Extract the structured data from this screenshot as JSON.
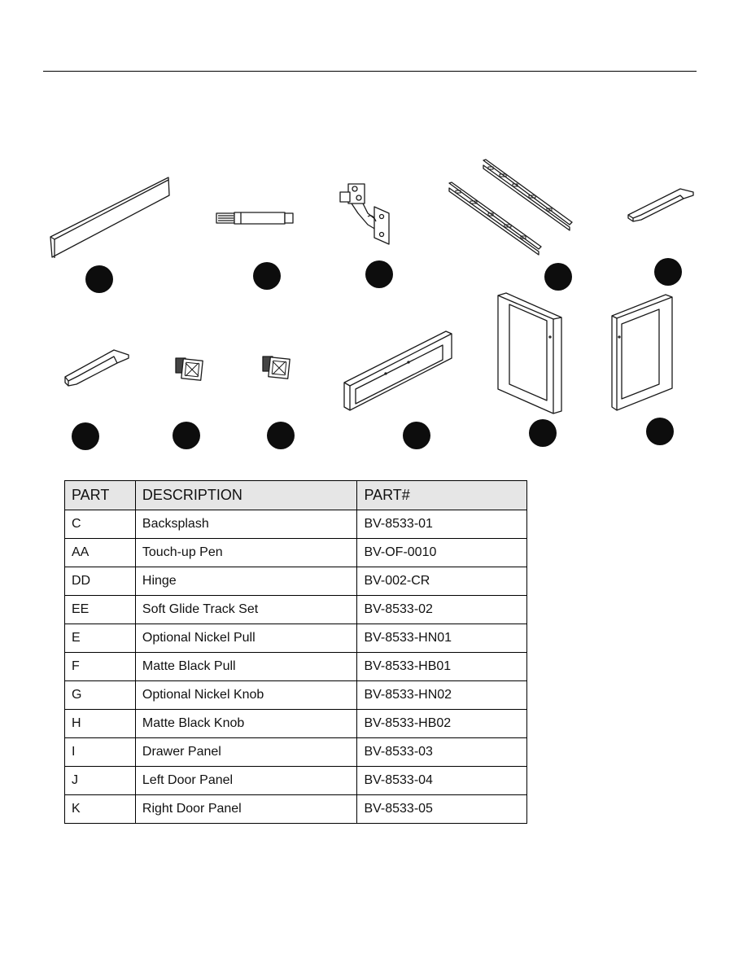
{
  "table": {
    "headers": [
      "PART",
      "DESCRIPTION",
      "PART#"
    ],
    "rows": [
      {
        "part": "C",
        "description": "Backsplash",
        "number": "BV-8533-01"
      },
      {
        "part": "AA",
        "description": "Touch-up Pen",
        "number": "BV-OF-0010"
      },
      {
        "part": "DD",
        "description": "Hinge",
        "number": "BV-002-CR"
      },
      {
        "part": "EE",
        "description": "Soft Glide Track Set",
        "number": "BV-8533-02"
      },
      {
        "part": "E",
        "description": "Optional Nickel Pull",
        "number": "BV-8533-HN01"
      },
      {
        "part": "F",
        "description": "Matte Black Pull",
        "number": "BV-8533-HB01"
      },
      {
        "part": "G",
        "description": "Optional Nickel Knob",
        "number": "BV-8533-HN02"
      },
      {
        "part": "H",
        "description": "Matte Black Knob",
        "number": "BV-8533-HB02"
      },
      {
        "part": "I",
        "description": "Drawer Panel",
        "number": "BV-8533-03"
      },
      {
        "part": "J",
        "description": "Left Door Panel",
        "number": "BV-8533-04"
      },
      {
        "part": "K",
        "description": "Right Door Panel",
        "number": "BV-8533-05"
      }
    ]
  }
}
